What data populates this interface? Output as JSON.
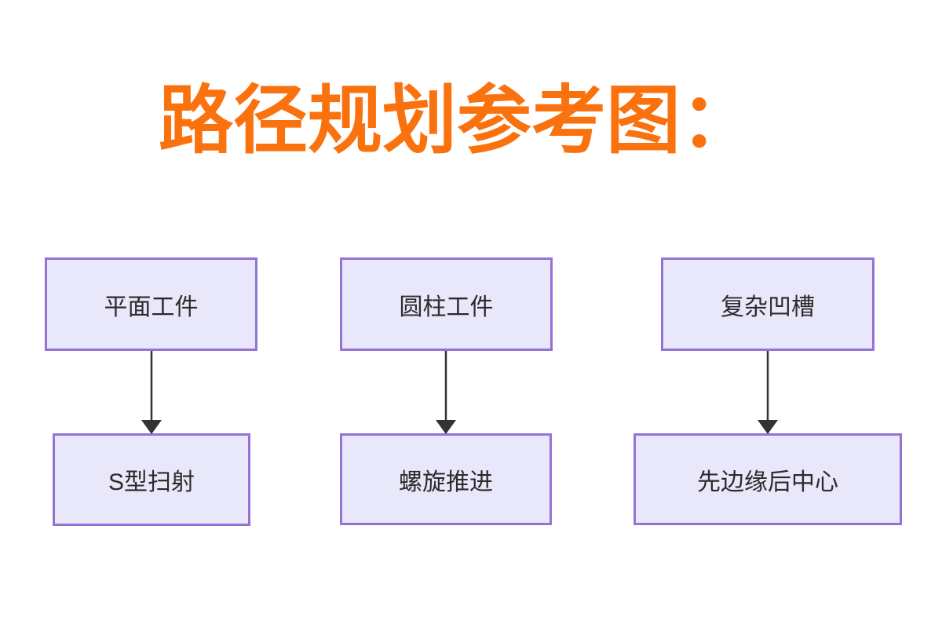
{
  "title": "路径规划参考图：",
  "colors": {
    "title": "#FA720E",
    "node_border": "#9473D5",
    "node_fill": "#E9E7FA",
    "node_text": "#2B2B2B",
    "arrow": "#333333",
    "background": "#FFFFFF"
  },
  "flowchart": {
    "columns": [
      {
        "source": "平面工件",
        "target": "S型扫射"
      },
      {
        "source": "圆柱工件",
        "target": "螺旋推进"
      },
      {
        "source": "复杂凹槽",
        "target": "先边缘后中心"
      }
    ]
  }
}
